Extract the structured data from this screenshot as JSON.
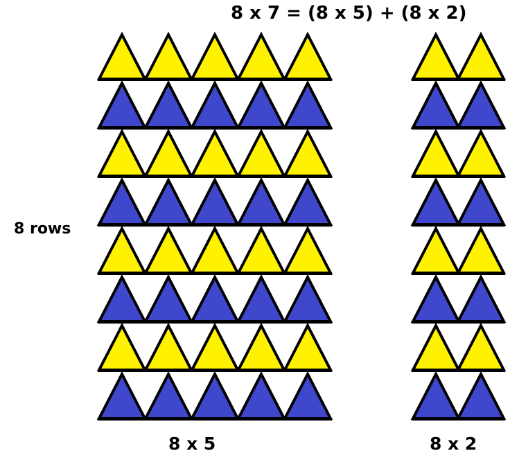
{
  "equation": "8 x 7 = (8 x 5) + (8 x 2)",
  "rows_label": "8 rows",
  "left_caption": "8 x 5",
  "right_caption": "8 x 2",
  "rows": 8,
  "left_columns": 5,
  "right_columns": 2,
  "colors": {
    "yellow": "#FFF200",
    "blue": "#3F48CC",
    "outline": "#000000"
  },
  "row_colors": [
    "yellow",
    "blue",
    "yellow",
    "blue",
    "yellow",
    "blue",
    "yellow",
    "blue"
  ]
}
